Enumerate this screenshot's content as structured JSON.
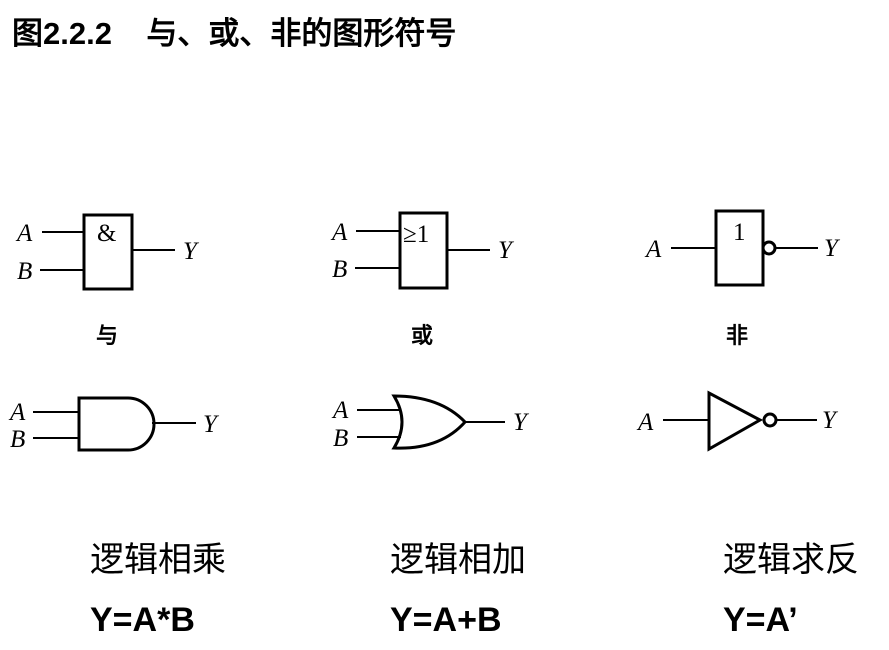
{
  "title": "图2.2.2    与、或、非的图形符号",
  "gates": [
    {
      "name": "与",
      "ieee_symbol": "&",
      "inputs": [
        "A",
        "B"
      ],
      "output": "Y",
      "operation": "逻辑相乘",
      "expression": "Y=A*B"
    },
    {
      "name": "或",
      "ieee_symbol": "≥1",
      "inputs": [
        "A",
        "B"
      ],
      "output": "Y",
      "operation": "逻辑相加",
      "expression": "Y=A+B"
    },
    {
      "name": "非",
      "ieee_symbol": "1",
      "inputs": [
        "A"
      ],
      "output": "Y",
      "operation": "逻辑求反",
      "expression": "Y=A’"
    }
  ]
}
